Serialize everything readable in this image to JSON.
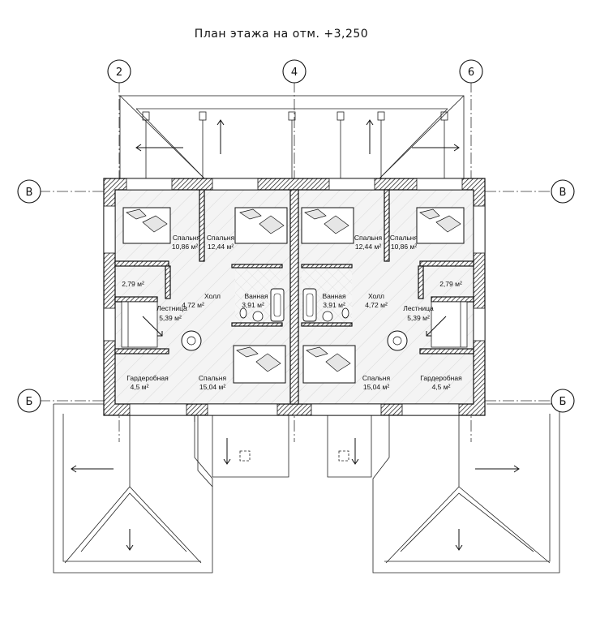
{
  "title": "План этажа на отм. +3,250",
  "axes": {
    "a2": "2",
    "a4": "4",
    "a6": "6",
    "bL": "В",
    "bR": "В",
    "bbL": "Б",
    "bbR": "Б"
  },
  "rooms": {
    "bed1": {
      "name": "Спальня",
      "area": "10,86 м²"
    },
    "bed2": {
      "name": "Спальня",
      "area": "12,44 м²"
    },
    "bed3": {
      "name": "Спальня",
      "area": "12,44 м²"
    },
    "bed4": {
      "name": "Спальня",
      "area": "10,86 м²"
    },
    "closetL": {
      "area": "2,79 м²"
    },
    "closetR": {
      "area": "2,79 м²"
    },
    "hallL": {
      "name": "Холл",
      "area": "4,72 м²"
    },
    "hallR": {
      "name": "Холл",
      "area": "4,72 м²"
    },
    "bathL": {
      "name": "Ванная",
      "area": "3,91 м²"
    },
    "bathR": {
      "name": "Ванная",
      "area": "3,91 м²"
    },
    "stairL": {
      "name": "Лестница",
      "area": "5,39 м²"
    },
    "stairR": {
      "name": "Лестница",
      "area": "5,39 м²"
    },
    "wardL": {
      "name": "Гардеробная",
      "area": "4,5 м²"
    },
    "wardR": {
      "name": "Гардеробная",
      "area": "4,5 м²"
    },
    "bed5": {
      "name": "Спальня",
      "area": "15,04 м²"
    },
    "bed6": {
      "name": "Спальня",
      "area": "15,04 м²"
    }
  }
}
